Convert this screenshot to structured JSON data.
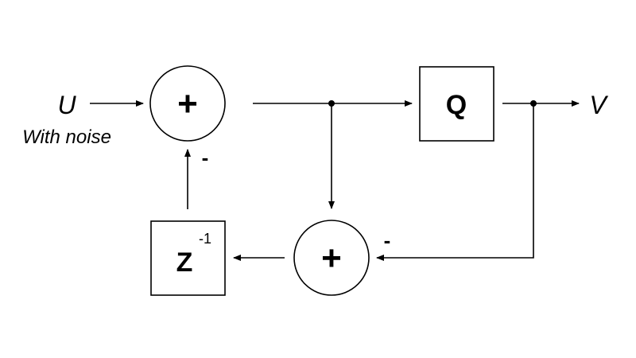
{
  "labels": {
    "input": "U",
    "input_note": "With noise",
    "output": "V",
    "adder_main": "+",
    "adder_error": "+",
    "quantizer": "Q",
    "delay_base": "Z",
    "delay_exp": "-1",
    "minus_feedback": "-",
    "minus_error": "-"
  },
  "colors": {
    "stroke": "#000000",
    "background": "#ffffff"
  }
}
